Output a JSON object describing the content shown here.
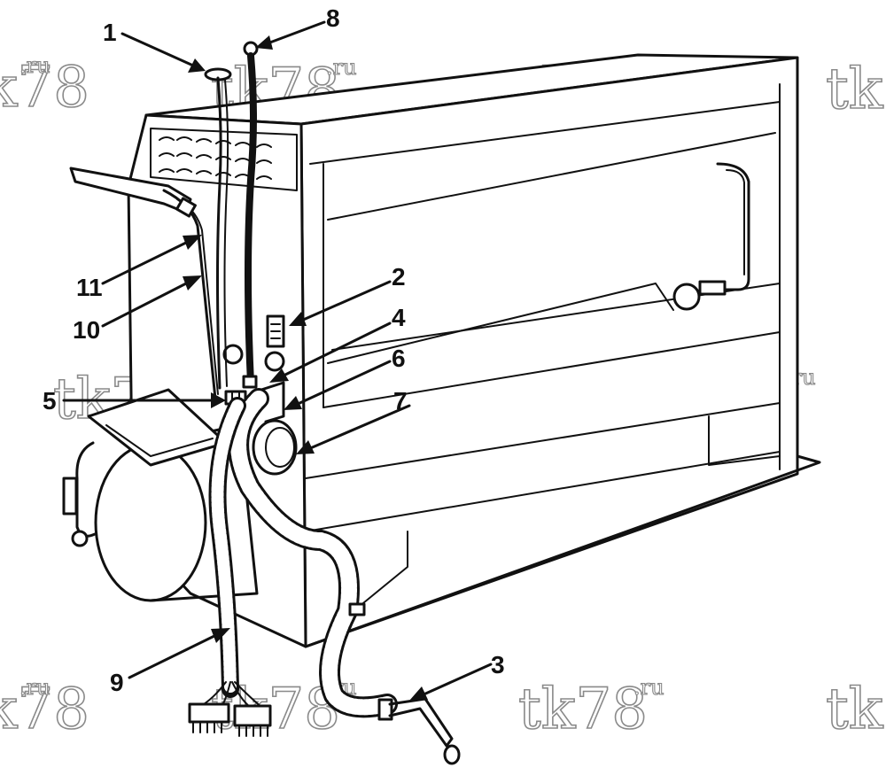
{
  "callouts": [
    {
      "id": "1",
      "label": "1"
    },
    {
      "id": "2",
      "label": "2"
    },
    {
      "id": "3",
      "label": "3"
    },
    {
      "id": "4",
      "label": "4"
    },
    {
      "id": "5",
      "label": "5"
    },
    {
      "id": "6",
      "label": "6"
    },
    {
      "id": "7",
      "label": "7"
    },
    {
      "id": "8",
      "label": "8"
    },
    {
      "id": "9",
      "label": "9"
    },
    {
      "id": "10",
      "label": "10"
    },
    {
      "id": "11",
      "label": "11"
    }
  ],
  "watermark": {
    "main": "tk78",
    "suffix": ".ru"
  },
  "colors": {
    "line": "#111111",
    "background": "#ffffff",
    "watermark": "#8a8a8a"
  }
}
